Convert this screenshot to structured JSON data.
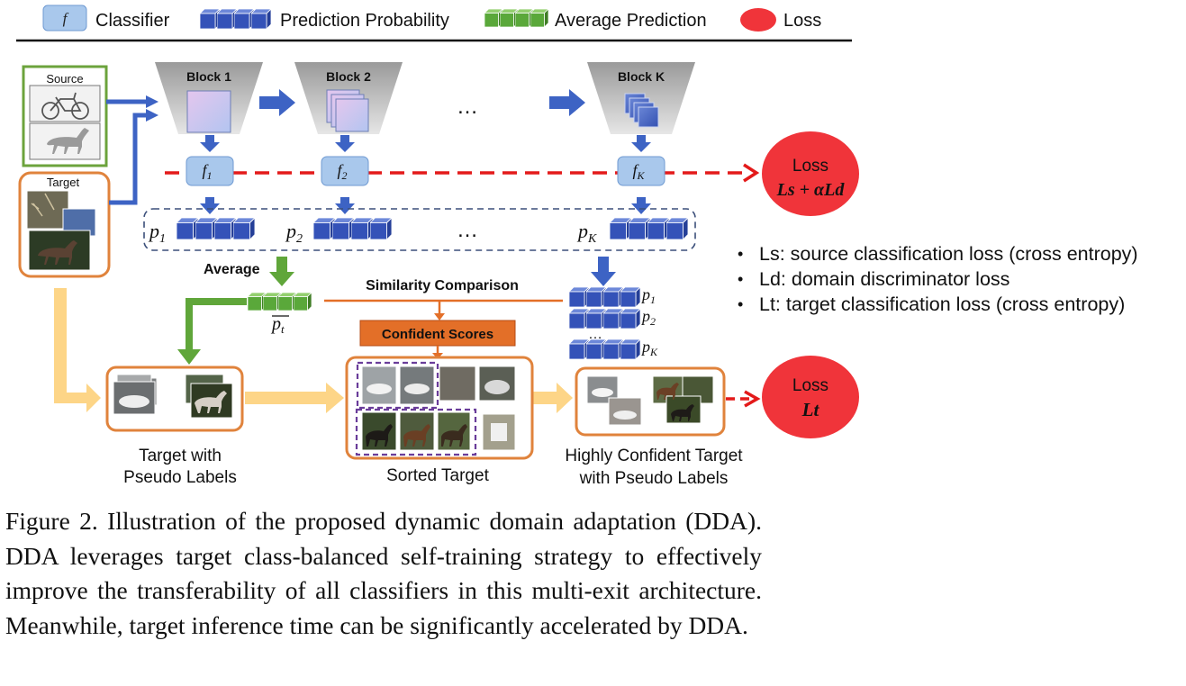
{
  "legend": {
    "classifier_symbol": "f",
    "classifier_label": "Classifier",
    "prediction_label": "Prediction Probability",
    "average_label": "Average Prediction",
    "loss_label": "Loss"
  },
  "inputs": {
    "source_label": "Source",
    "target_label": "Target"
  },
  "blocks": [
    {
      "label": "Block 1",
      "classifier": "f",
      "sub": "1",
      "prob": "p",
      "prob_sub": "1"
    },
    {
      "label": "Block 2",
      "classifier": "f",
      "sub": "2",
      "prob": "p",
      "prob_sub": "2"
    },
    {
      "label": "Block K",
      "classifier": "f",
      "sub": "K",
      "prob": "p",
      "prob_sub": "K"
    }
  ],
  "ellipsis": "…",
  "loss_top": {
    "title": "Loss",
    "formula": "Ls + αLd"
  },
  "loss_bottom": {
    "title": "Loss",
    "formula": "Lt"
  },
  "average_label": "Average",
  "pbar_label": "p",
  "pbar_sub": "t",
  "similarity_label": "Similarity Comparison",
  "confident_label": "Confident Scores",
  "stack_labels": [
    {
      "p": "p",
      "sub": "1"
    },
    {
      "p": "p",
      "sub": "2"
    },
    {
      "p": "p",
      "sub": "K"
    }
  ],
  "captions": {
    "pseudo": [
      "Target with",
      "Pseudo Labels"
    ],
    "sorted": "Sorted Target",
    "confident": [
      "Highly Confident Target",
      "with Pseudo Labels"
    ]
  },
  "bullets": [
    "Ls: source classification loss (cross entropy)",
    "Ld: domain discriminator loss",
    "Lt: target classification loss (cross entropy)"
  ],
  "figure_caption": "Figure 2. Illustration of the proposed dynamic domain adaptation (DDA). DDA leverages target class-balanced self-training strategy to effectively improve the transferability of all classifiers in this multi-exit architecture.  Meanwhile, target inference time can be significantly accelerated by DDA.",
  "colors": {
    "classifier": "#a9c8ec",
    "prediction": "#3452b8",
    "average": "#5aa83a",
    "loss": "#f0343a",
    "source_border": "#6ca33c",
    "target_border": "#e0833c",
    "arrow_blue": "#3d63c4",
    "arrow_yellow": "#fdd587",
    "arrow_green": "#60a63a",
    "arrow_orange": "#e36f28",
    "confident_box": "#e36f28",
    "dash_red": "#e31a1a",
    "dash_purple": "#6a3d9a"
  }
}
